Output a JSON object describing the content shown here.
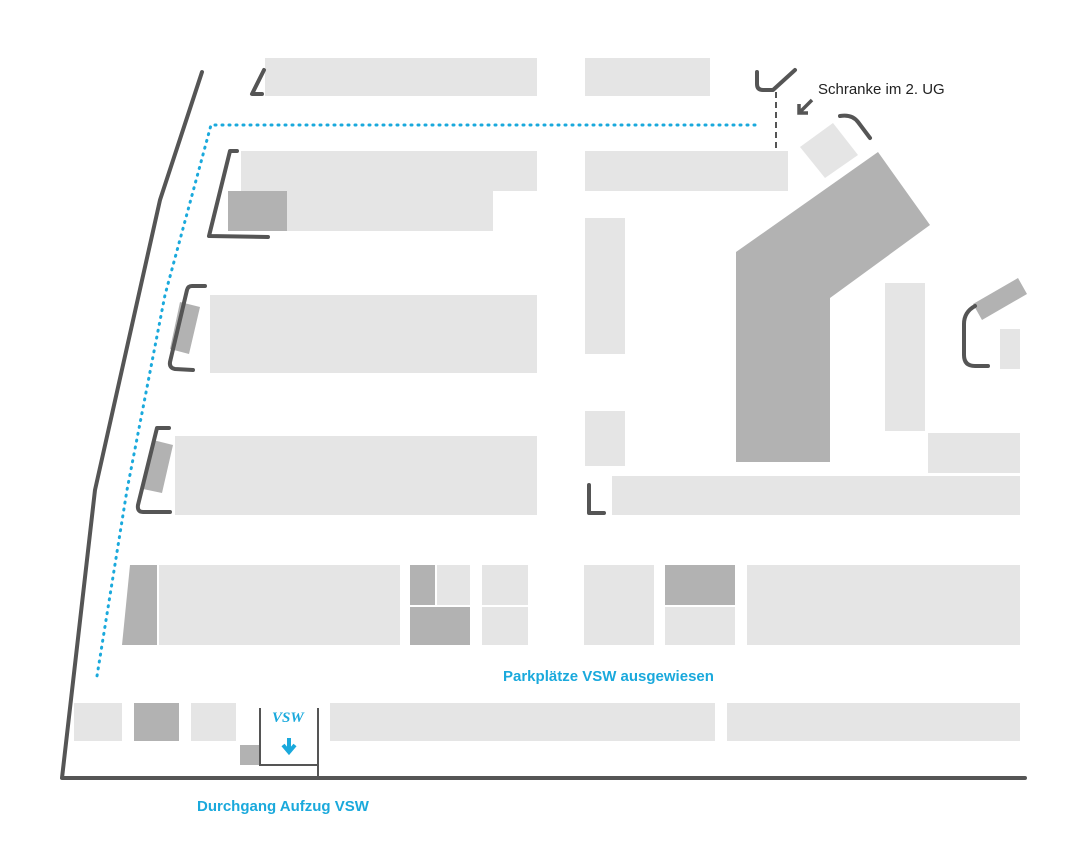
{
  "labels": {
    "barrier": "Schranke im 2. UG",
    "parking": "Parkplätze VSW ausgewiesen",
    "passage": "Durchgang Aufzug VSW",
    "logo": "VSW"
  },
  "colors": {
    "accent": "#1aa9dc",
    "building_light": "#e5e5e5",
    "building_dark": "#b2b2b2",
    "wall": "#555555"
  }
}
